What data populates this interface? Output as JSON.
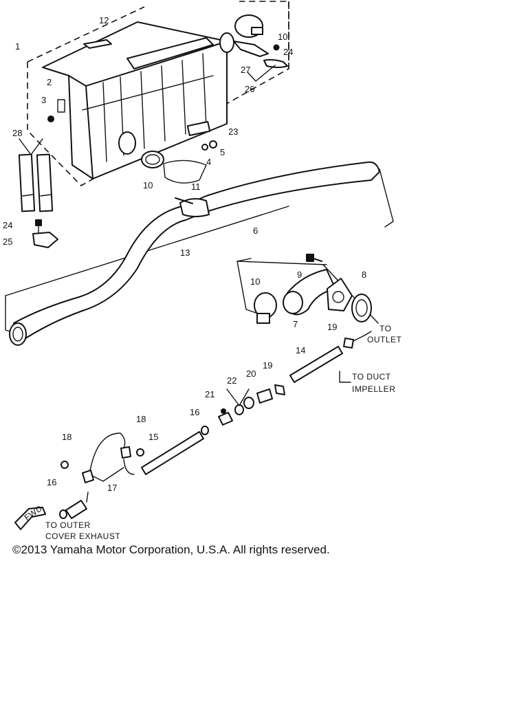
{
  "callouts": [
    "1",
    "2",
    "3",
    "4",
    "5",
    "6",
    "7",
    "8",
    "9",
    "10",
    "10",
    "10",
    "11",
    "12",
    "13",
    "14",
    "15",
    "16",
    "16",
    "17",
    "18",
    "18",
    "19",
    "19",
    "20",
    "21",
    "22",
    "23",
    "24",
    "24",
    "25",
    "26",
    "27",
    "28"
  ],
  "notes": {
    "to_outlet_line1": "TO",
    "to_outlet_line2": "OUTLET",
    "to_duct_line1": "TO DUCT",
    "to_duct_line2": "IMPELLER",
    "to_outer_line1": "TO OUTER",
    "to_outer_line2": "COVER EXHAUST",
    "fwd": "FWD"
  },
  "copyright": "©2013 Yamaha Motor Corporation, U.S.A. All rights reserved."
}
